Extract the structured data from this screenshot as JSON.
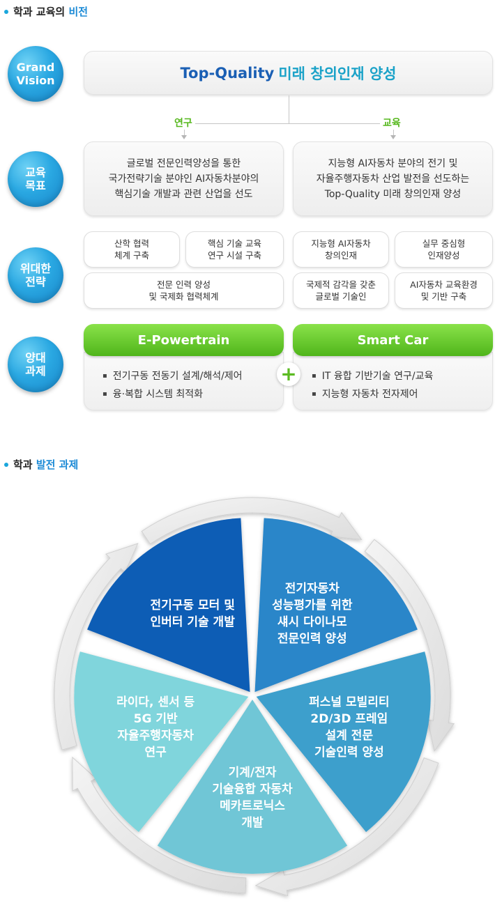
{
  "section1": {
    "title_prefix": "학과 교육의 ",
    "title_accent": "비전"
  },
  "labels": {
    "vision": "Grand\nVision",
    "goals": "교육\n목표",
    "strategy": "위대한\n전략",
    "tasks": "양대\n과제"
  },
  "vision": {
    "highlight": "Top-Quality",
    "rest": "미래 창의인재 양성"
  },
  "branches": {
    "research": "연구",
    "education": "교육"
  },
  "goals": {
    "left": "글로벌 전문인력양성을 통한\n국가전략기술 분야인 AI자동차분야의\n핵심기술 개발과 관련 산업을 선도",
    "right": "지능형 AI자동차 분야의 전기 및\n자율주행자동차 산업 발전을 선도하는\nTop-Quality 미래 창의인재 양성"
  },
  "strategies": {
    "s1": "산학 협력\n체계 구축",
    "s2": "핵심 기술 교육\n연구 시설 구축",
    "s3": "전문 인력 양성\n및 국제화 협력체계",
    "s4": "지능형 AI자동차\n창의인재",
    "s5": "실무 중심형\n인재양성",
    "s6": "국제적 감각을 갖춘\n글로벌 기술인",
    "s7": "AI자동차 교육환경\n및 기반 구축"
  },
  "tasks": {
    "left_title": "E-Powertrain",
    "left_items": [
      "전기구동 전동기 설계/해석/제어",
      "융·복합 시스템 최적화"
    ],
    "right_title": "Smart Car",
    "right_items": [
      "IT 융합 기반기술 연구/교육",
      "지능형 자동차 전자제어"
    ],
    "plus": "+"
  },
  "section2": {
    "title_prefix": "학과 ",
    "title_accent": "발전 과제"
  },
  "wheel": {
    "segments": [
      {
        "lines": [
          "전기구동 모터 및",
          "인버터 기술 개발"
        ],
        "color": "#0d5db5"
      },
      {
        "lines": [
          "전기자동차",
          "성능평가를 위한",
          "섀시 다이나모",
          "전문인력 양성"
        ],
        "color": "#2b86c9"
      },
      {
        "lines": [
          "퍼스널 모빌리티",
          "2D/3D 프레임",
          "설계 전문",
          "기술인력 양성"
        ],
        "color": "#3d9fcc"
      },
      {
        "lines": [
          "기계/전자",
          "기술융합 자동차",
          "메카트로닉스",
          "개발"
        ],
        "color": "#70c6d6"
      },
      {
        "lines": [
          "라이다, 센서 등",
          "5G 기반",
          "자율주행자동차",
          "연구"
        ],
        "color": "#80d5dc"
      }
    ]
  }
}
